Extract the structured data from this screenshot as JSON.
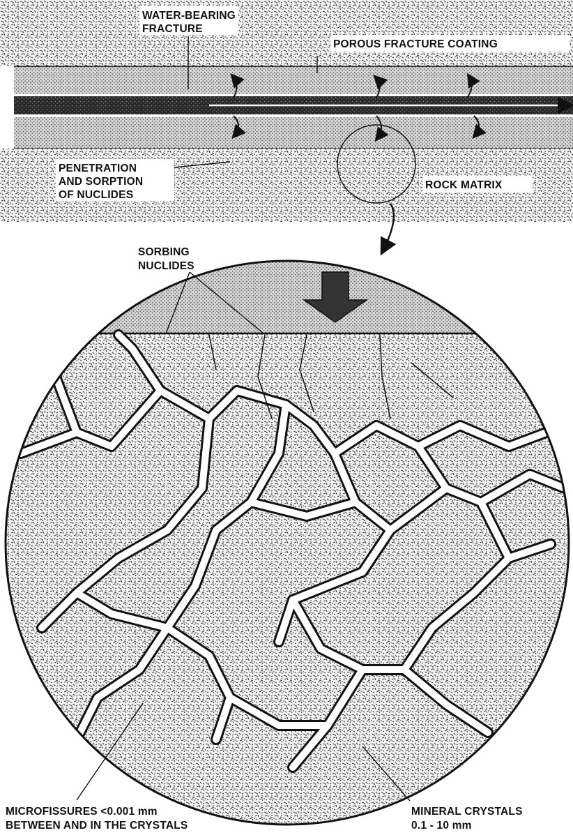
{
  "labels": {
    "water_bearing_fracture": [
      "WATER-BEARING",
      "FRACTURE"
    ],
    "porous_fracture_coating": [
      "POROUS FRACTURE COATING"
    ],
    "penetration_sorption": [
      "PENETRATION",
      "AND SORPTION",
      "OF NUCLIDES"
    ],
    "rock_matrix": [
      "ROCK MATRIX"
    ],
    "sorbing_nuclides": [
      "SORBING",
      "NUCLIDES"
    ],
    "microfissures": [
      "MICROFISSURES <0.001 mm",
      "BETWEEN AND IN THE CRYSTALS"
    ],
    "mineral_crystals": [
      "MINERAL CRYSTALS",
      "0.1 - 10 mm"
    ]
  },
  "colors": {
    "ink": "#111111",
    "paper": "#ffffff",
    "fracture_water": "#2a2a2a"
  }
}
